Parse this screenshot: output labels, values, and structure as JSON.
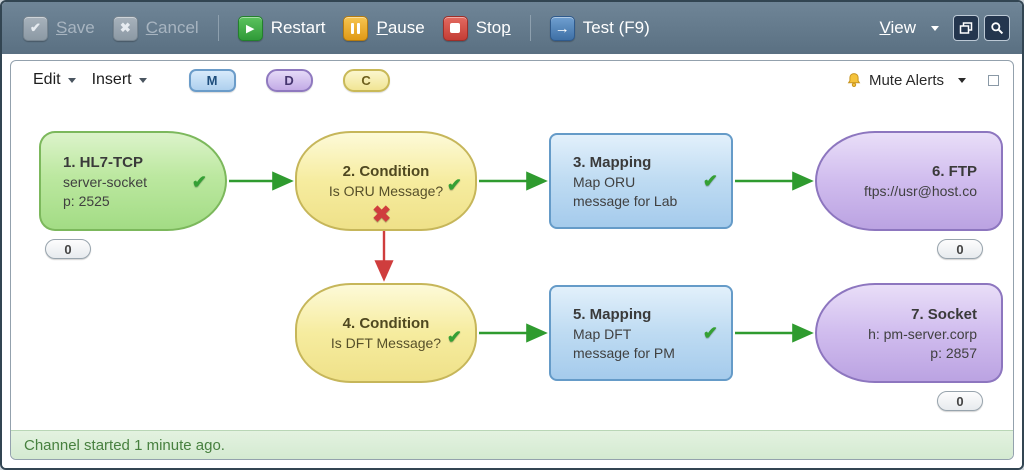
{
  "toolbar": {
    "save": {
      "key": "S",
      "rest": "ave"
    },
    "cancel": {
      "key": "C",
      "rest": "ancel"
    },
    "restart": {
      "label": "Restart"
    },
    "pause": {
      "key": "P",
      "rest": "ause"
    },
    "stop": {
      "pre": "Sto",
      "key": "p"
    },
    "test": {
      "label": "Test (F9)"
    },
    "view": {
      "key": "V",
      "rest": "iew"
    }
  },
  "icons": {
    "check": "✔",
    "cross": "✖",
    "play": "▶",
    "arrow_right": "→"
  },
  "menubar": {
    "edit": "Edit",
    "insert": "Insert",
    "mute_alerts": "Mute Alerts"
  },
  "palette": {
    "m": "M",
    "d": "D",
    "c": "C"
  },
  "flow": {
    "nodes": [
      {
        "title": "1. HL7-TCP",
        "lines": [
          "server-socket",
          "p: 2525"
        ],
        "counter": "0"
      },
      {
        "title": "2. Condition",
        "lines": [
          "Is ORU Message?"
        ]
      },
      {
        "title": "3. Mapping",
        "lines": [
          "Map ORU",
          "message for Lab"
        ]
      },
      {
        "title": "4. Condition",
        "lines": [
          "Is DFT Message?"
        ]
      },
      {
        "title": "5. Mapping",
        "lines": [
          "Map DFT",
          "message for PM"
        ]
      },
      {
        "title": "6. FTP",
        "lines": [
          "ftps://usr@host.co"
        ],
        "counter": "0"
      },
      {
        "title": "7. Socket",
        "lines": [
          "h: pm-server.corp",
          "p: 2857"
        ],
        "counter": "0"
      }
    ]
  },
  "statusbar": {
    "text": "Channel started 1 minute ago."
  },
  "colors": {
    "toolbar_bg": "#62798b",
    "node_source": "#a8dc8c",
    "node_condition": "#f3e88f",
    "node_mapping": "#aecfee",
    "node_endpoint": "#c1a9e3",
    "arrow_green": "#2f9b2f",
    "error_red": "#cf3d3d",
    "status_bg": "#d9edd7"
  }
}
